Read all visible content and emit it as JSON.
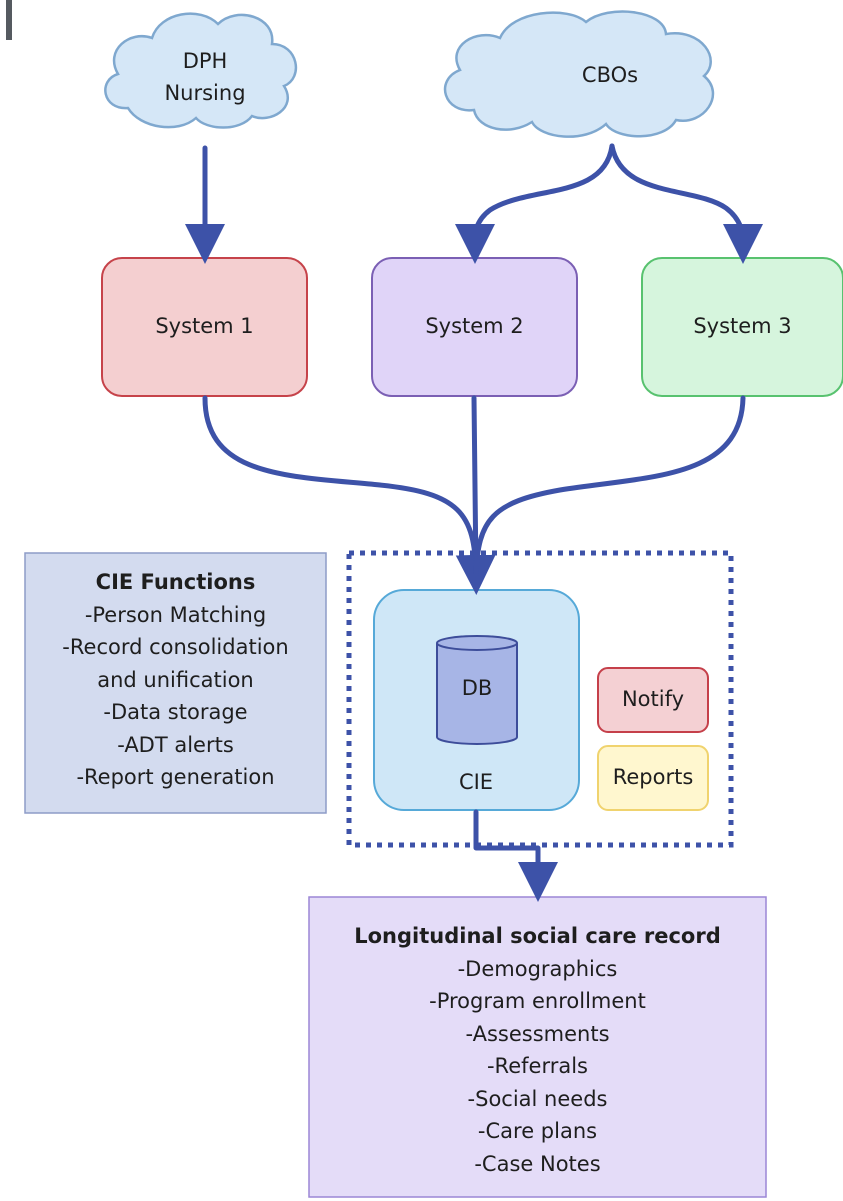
{
  "nodes": {
    "dph_nursing": {
      "line1": "DPH",
      "line2": "Nursing"
    },
    "cbos": {
      "label": "CBOs"
    },
    "system1": {
      "label": "System 1"
    },
    "system2": {
      "label": "System 2"
    },
    "system3": {
      "label": "System 3"
    },
    "db": {
      "label": "DB"
    },
    "cie": {
      "label": "CIE"
    },
    "notify": {
      "label": "Notify"
    },
    "reports": {
      "label": "Reports"
    }
  },
  "cie_functions": {
    "title": "CIE Functions",
    "items": [
      "-Person Matching",
      "-Record consolidation",
      "and unification",
      "-Data storage",
      "-ADT alerts",
      "-Report generation"
    ]
  },
  "social_care_record": {
    "title": "Longitudinal social care record",
    "items": [
      "-Demographics",
      "-Program enrollment",
      "-Assessments",
      "-Referrals",
      "-Social needs",
      "-Care plans",
      "-Case Notes"
    ]
  },
  "colors": {
    "arrow": "#3d52a8",
    "cloud_fill": "#d5e7f7",
    "cloud_stroke": "#7fa8cf",
    "system1_fill": "#f4cfd0",
    "system1_stroke": "#c6434a",
    "system2_fill": "#e0d4f8",
    "system2_stroke": "#7b5fb4",
    "system3_fill": "#d6f5dd",
    "system3_stroke": "#58c26f",
    "cie_fill": "#cfe7f7",
    "cie_stroke": "#56a9d8",
    "db_fill": "#a7b5e6",
    "db_stroke": "#3d4d9a",
    "notify_fill": "#f4d0d3",
    "notify_stroke": "#c5404a",
    "reports_fill": "#fff7cf",
    "reports_stroke": "#f0d36e",
    "functions_fill": "#d3dbef",
    "functions_stroke": "#8d9cc7",
    "record_fill": "#e4dcf8",
    "record_stroke": "#9b86d6"
  }
}
